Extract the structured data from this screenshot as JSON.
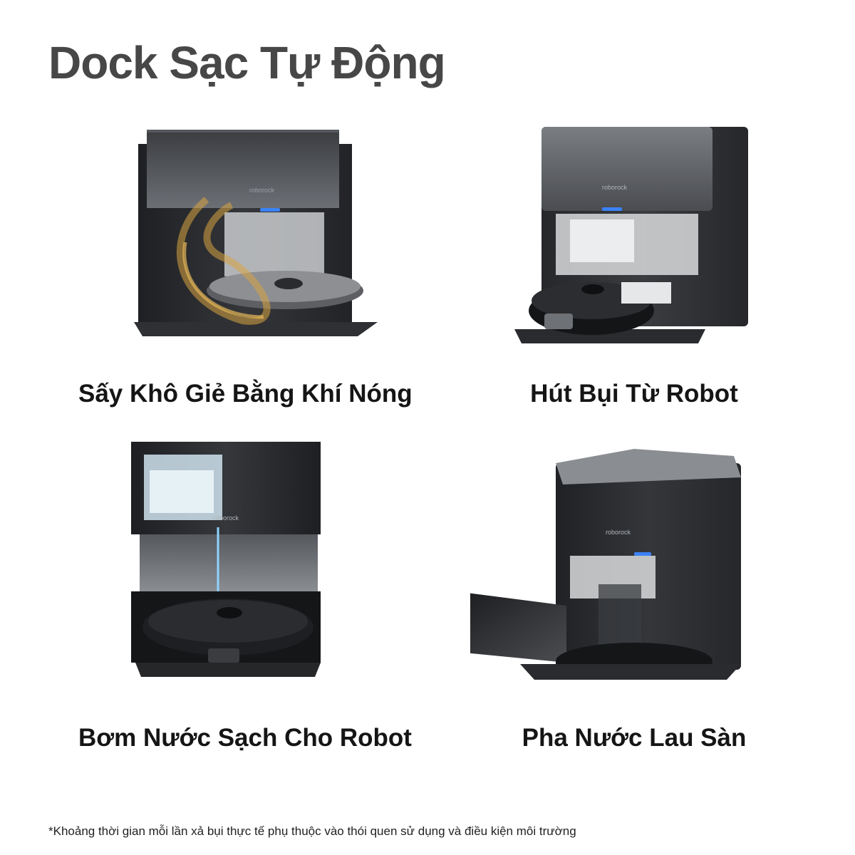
{
  "page": {
    "title": "Dock Sạc Tự Động",
    "footnote": "*Khoảng thời gian mỗi lần xả bụi thực tế phụ thuộc vào thói quen sử dụng và điều kiện môi trường"
  },
  "features": [
    {
      "caption": "Sấy Khô Giẻ Bằng Khí Nóng",
      "brand": "roborock"
    },
    {
      "caption": "Hút Bụi Từ Robot",
      "brand": "roborock"
    },
    {
      "caption": "Bơm Nước Sạch Cho Robot",
      "brand": "roborock"
    },
    {
      "caption": "Pha Nước Lau Sàn",
      "brand": "roborock"
    }
  ],
  "colors": {
    "title": "#474747",
    "caption": "#151515",
    "dock_body": "#2a2b2e",
    "indicator_blue": "#3b82f6",
    "hot_air": "#d9a441"
  }
}
